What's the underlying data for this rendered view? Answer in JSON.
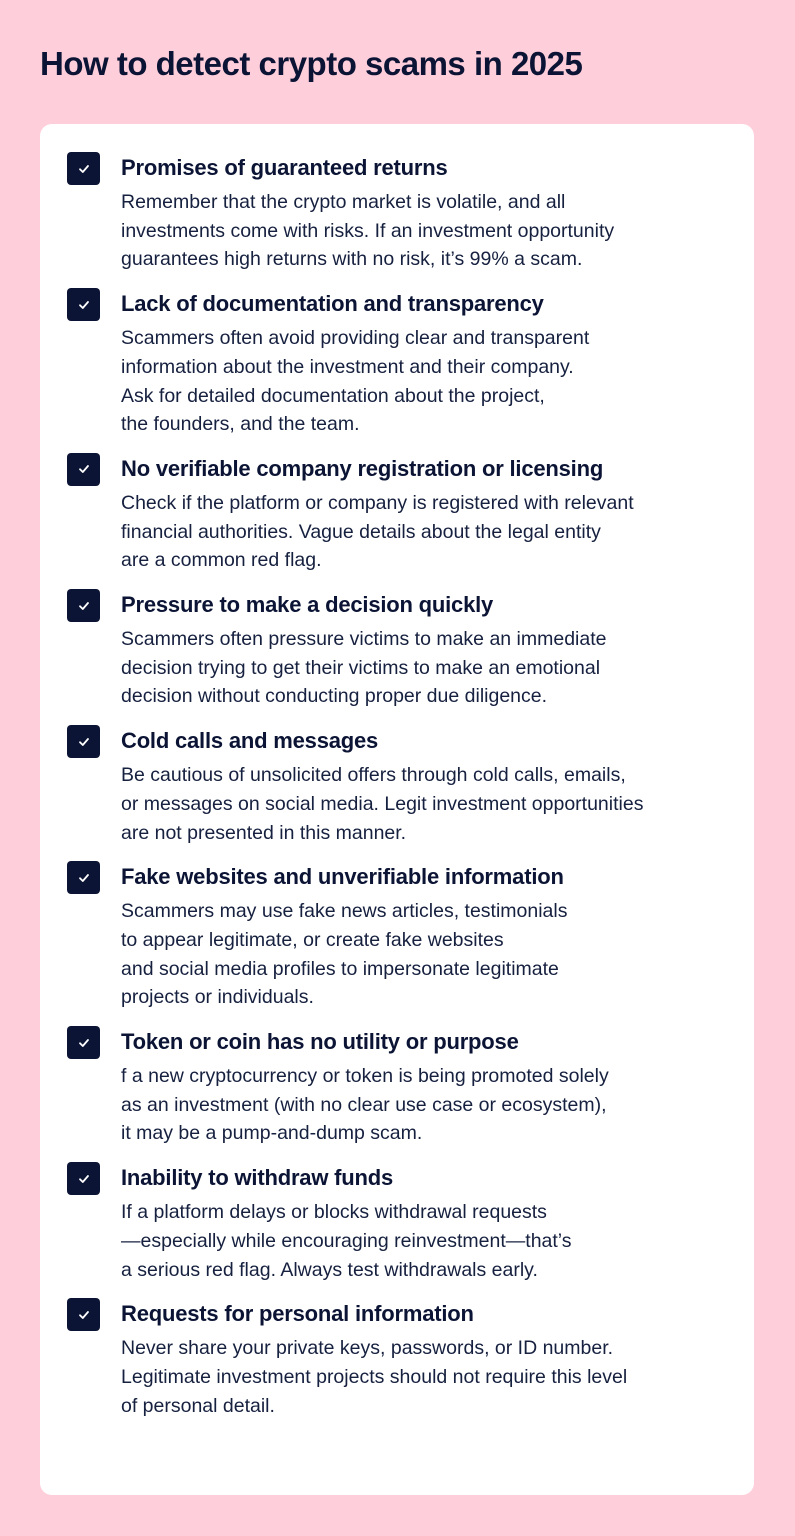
{
  "page": {
    "title": "How to detect crypto scams in 2025",
    "colors": {
      "background": "#ffcedb",
      "card": "#ffffff",
      "text": "#0b1434",
      "checkbox": "#0b1434"
    }
  },
  "items": [
    {
      "icon": "checkbox-checked-icon",
      "title": "Promises of guaranteed returns",
      "body": "Remember that the crypto market is volatile, and all\ninvestments come with risks. If an investment opportunity\nguarantees high returns with no risk, it’s 99% a scam."
    },
    {
      "icon": "checkbox-checked-icon",
      "title": "Lack of documentation and transparency",
      "body": "Scammers often avoid providing clear and transparent\ninformation about the investment and their company.\nAsk for detailed documentation about the project,\nthe founders, and the team."
    },
    {
      "icon": "checkbox-checked-icon",
      "title": "No verifiable company registration or licensing",
      "body": "Check if the platform or company is registered with relevant\nfinancial authorities. Vague details about the legal entity\nare a common red flag."
    },
    {
      "icon": "checkbox-checked-icon",
      "title": "Pressure to make a decision quickly",
      "body": "Scammers often pressure victims to make an immediate\ndecision trying to get their victims to make an emotional\ndecision without conducting proper due diligence."
    },
    {
      "icon": "checkbox-checked-icon",
      "title": "Cold calls and messages",
      "body": "Be cautious of unsolicited offers through cold calls, emails,\nor messages on social media. Legit investment opportunities\nare not presented in this manner."
    },
    {
      "icon": "checkbox-checked-icon",
      "title": "Fake websites and unverifiable information",
      "body": "Scammers may use fake news articles, testimonials\nto appear legitimate, or create fake websites\nand social media profiles to impersonate legitimate\nprojects or individuals."
    },
    {
      "icon": "checkbox-checked-icon",
      "title": "Token or coin has no utility or purpose",
      "body": "f a new cryptocurrency or token is being promoted solely\nas an investment (with no clear use case or ecosystem),\nit may be a pump-and-dump scam."
    },
    {
      "icon": "checkbox-checked-icon",
      "title": "Inability to withdraw funds",
      "body": "If a platform delays or blocks withdrawal requests\n—especially while encouraging reinvestment—that’s\na serious red flag. Always test withdrawals early."
    },
    {
      "icon": "checkbox-checked-icon",
      "title": "Requests for personal information",
      "body": "Never share your private keys, passwords, or ID number.\nLegitimate investment projects should not require this level\nof personal detail."
    }
  ]
}
